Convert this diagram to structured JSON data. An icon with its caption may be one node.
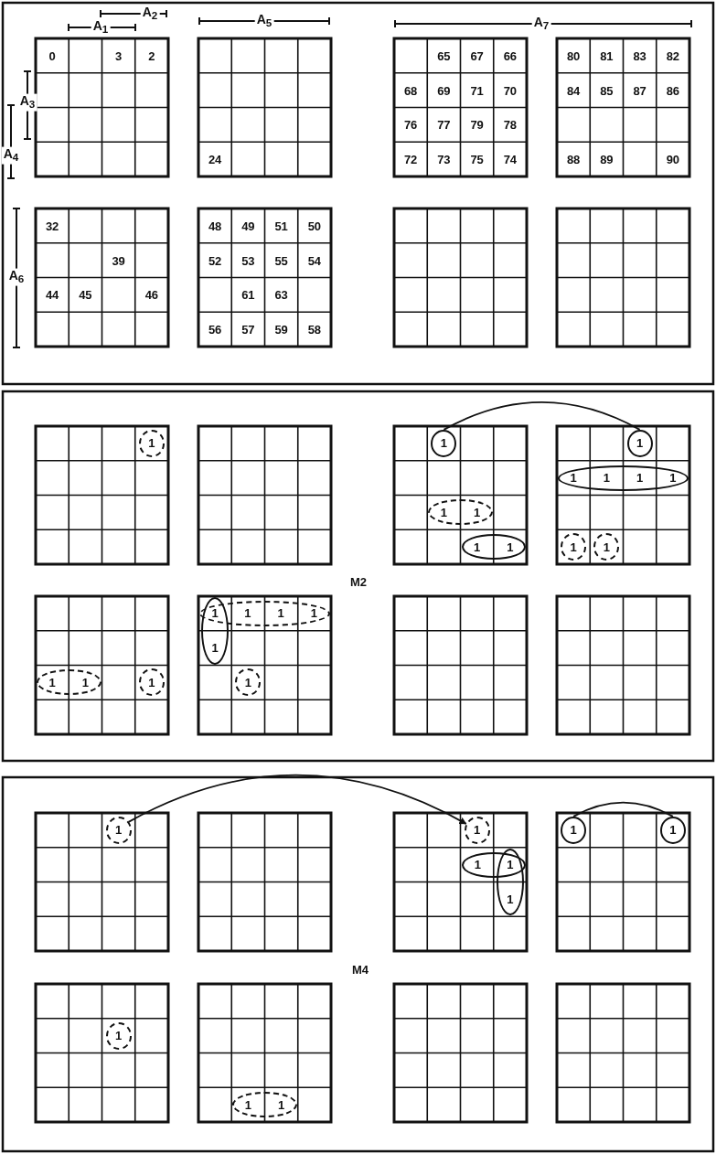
{
  "diagram": {
    "nodes": [
      {
        "text": [
          "1"
        ]
      },
      {
        "text": [
          "1"
        ]
      },
      {
        "text": [
          "1"
        ]
      },
      {
        "text": [
          "1 1 1 1"
        ]
      },
      {
        "text": [
          "1 1"
        ]
      },
      {
        "text": [
          "1 1"
        ]
      },
      {
        "text": [
          "1"
        ]
      },
      {
        "text": [
          "1"
        ]
      },
      {
        "text": [
          "1 1"
        ]
      },
      {
        "text": [
          "1 1 1"
        ]
      },
      {
        "text": [
          "1 1"
        ]
      },
      {
        "text": [
          "1"
        ]
      },
      {
        "text": [
          "1"
        ]
      },
      {
        "text": [
          "1"
        ]
      },
      {
        "text": [
          "1"
        ]
      },
      {
        "text": [
          "1"
        ]
      },
      {
        "text": [
          "1"
        ]
      },
      {
        "text": [
          "1"
        ]
      },
      {
        "text": [
          "1 1"
        ]
      },
      {
        "text": [
          "1"
        ]
      },
      {
        "text": [
          "1 1"
        ]
      }
    ],
    "edges": [
      {
        "from": 1,
        "to": 2,
        "arrow": "none"
      },
      {
        "from": 13,
        "to": 14,
        "arrow": "to"
      },
      {
        "from": 15,
        "to": 16,
        "arrow": "none"
      }
    ],
    "labels": [
      "A$_{2}$",
      "A$_{1}$",
      "A$_{5}$",
      "A$_{7}$",
      "A$_{3}$",
      "A$_{4}$",
      "A$_{6}$",
      "0",
      "3",
      "2",
      "24",
      "65",
      "67",
      "66",
      "68",
      "69",
      "71",
      "70",
      "76",
      "77",
      "79",
      "78",
      "72",
      "73",
      "75",
      "74",
      "80",
      "81",
      "83",
      "82",
      "84",
      "85",
      "87",
      "86",
      "88",
      "89",
      "90",
      "32",
      "39",
      "44",
      "45",
      "46",
      "48",
      "49",
      "51",
      "50",
      "52",
      "53",
      "55",
      "54",
      "61",
      "63",
      "56",
      "57",
      "59",
      "58",
      "M2",
      "M4"
    ]
  }
}
